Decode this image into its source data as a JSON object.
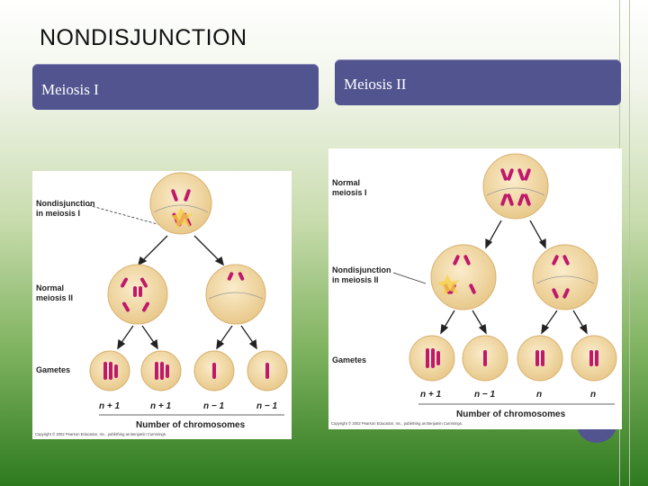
{
  "slide_title": "NONDISJUNCTION",
  "headers": {
    "left": "Meiosis I",
    "right": "Meiosis II"
  },
  "left_figure": {
    "label_nondisjunction": "Nondisjunction",
    "label_in_meiosis": "in meiosis I",
    "label_normal": "Normal",
    "label_normal_2": "meiosis II",
    "label_gametes": "Gametes",
    "counts": [
      "n + 1",
      "n + 1",
      "n − 1",
      "n − 1"
    ],
    "axis_caption": "Number of chromosomes",
    "copyright": "Copyright © 2002 Pearson Education, Inc., publishing as Benjamin Cummings."
  },
  "right_figure": {
    "label_normal": "Normal",
    "label_normal_2": "meiosis I",
    "label_nondisjunction": "Nondisjunction",
    "label_in_meiosis": "in meiosis II",
    "label_gametes": "Gametes",
    "counts": [
      "n + 1",
      "n − 1",
      "n",
      "n"
    ],
    "axis_caption": "Number of chromosomes",
    "copyright": "Copyright © 2002 Pearson Education, Inc., publishing as Benjamin Cummings."
  },
  "colors": {
    "header_bg": "#525490",
    "cell_fill": "#f1d9a6",
    "chromosome": "#c0186b"
  }
}
